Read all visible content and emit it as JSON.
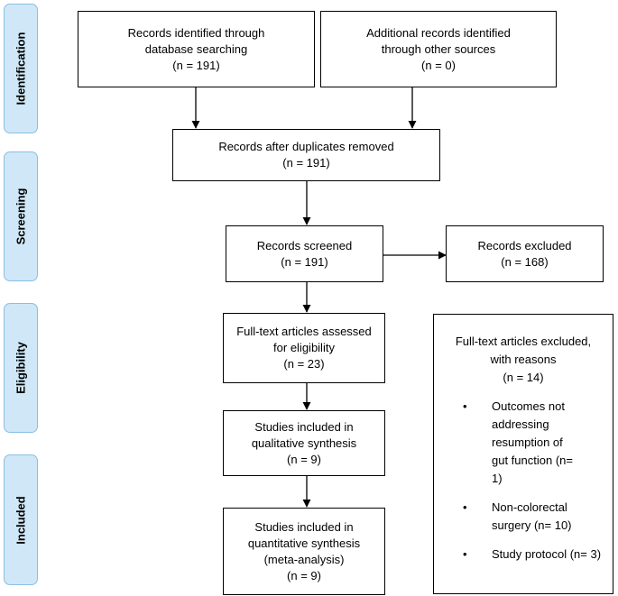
{
  "stages": [
    {
      "label": "Identification"
    },
    {
      "label": "Screening"
    },
    {
      "label": "Eligibility"
    },
    {
      "label": "Included"
    }
  ],
  "boxes": {
    "identified": {
      "lines": [
        "Records identified through",
        "database searching",
        "(n = 191)"
      ]
    },
    "additional": {
      "lines": [
        "Additional records identified",
        "through other sources",
        "(n = 0)"
      ]
    },
    "duplicates": {
      "lines": [
        "Records after duplicates removed",
        "(n =  191)"
      ]
    },
    "screened": {
      "lines": [
        "Records screened",
        "(n = 191)"
      ]
    },
    "excluded": {
      "lines": [
        "Records excluded",
        "(n = 168)"
      ]
    },
    "fulltext": {
      "lines": [
        "Full-text articles assessed",
        "for eligibility",
        "(n = 23)"
      ]
    },
    "qualitative": {
      "lines": [
        "Studies included in",
        "qualitative synthesis",
        "(n = 9)"
      ]
    },
    "quantitative": {
      "lines": [
        "Studies included in",
        "quantitative synthesis",
        "(meta-analysis)",
        "(n = 9)"
      ]
    }
  },
  "fulltext_excluded": {
    "heading": [
      "Full-text articles excluded,",
      "with reasons",
      "(n = 14)"
    ],
    "bullet_symbol": "•",
    "reasons": [
      {
        "text": "Outcomes not addressing resumption of gut function (n= 1)"
      },
      {
        "text": "Non-colorectal surgery (n= 10)"
      },
      {
        "text": "Study protocol (n= 3)"
      }
    ]
  }
}
